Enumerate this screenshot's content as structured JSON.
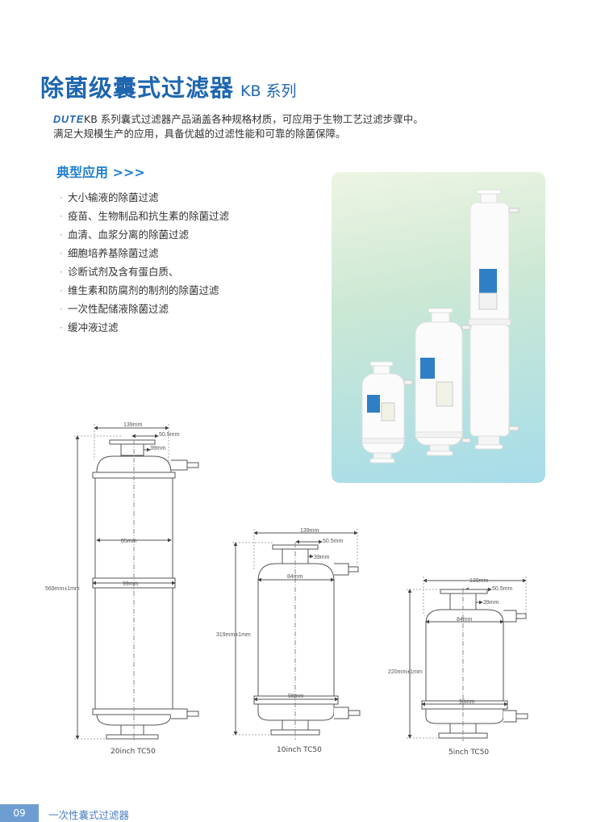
{
  "header": {
    "title": "除菌级囊式过滤器",
    "series": "KB 系列"
  },
  "intro": {
    "brand": "DUTE",
    "line1": "KB 系列囊式过滤器产品涵盖各种规格材质，可应用于生物工艺过滤步骤中。",
    "line2": "满足大规模生产的应用，具备优越的过滤性能和可靠的除菌保障。"
  },
  "applications": {
    "title": "典型应用 >>>",
    "items": [
      "大小输液的除菌过滤",
      "疫苗、生物制品和抗生素的除菌过滤",
      "血清、血浆分离的除菌过滤",
      "细胞培养基除菌过滤",
      "诊断试剂及含有蛋白质、",
      "维生素和防腐剂的制剂的除菌过滤",
      "一次性配储液除菌过滤",
      "缓冲液过滤"
    ]
  },
  "colors": {
    "title_blue": "#1f66b0",
    "accent_blue": "#1f7fd0",
    "footer_blue": "#6e9ed1"
  },
  "drawings": [
    {
      "caption": "20inch  TC50",
      "height": "569mm±1mm",
      "width_top": "139mm",
      "flange": "50.5mm",
      "inner": "39mm",
      "body_dia": "85mm",
      "band_dia": "99mm"
    },
    {
      "caption": "10inch  TC50",
      "height": "319mm±1mm",
      "width_top": "139mm",
      "flange": "50.5mm",
      "inner": "39mm",
      "body_dia": "84mm",
      "band_dia": "98mm"
    },
    {
      "caption": "5inch  TC50",
      "height": "220mm±1mm",
      "width_top": "139mm",
      "flange": "50.5mm",
      "inner": "39mm",
      "body_dia": "84mm",
      "band_dia": "98mm"
    }
  ],
  "footer": {
    "page": "09",
    "text": "一次性囊式过滤器"
  }
}
